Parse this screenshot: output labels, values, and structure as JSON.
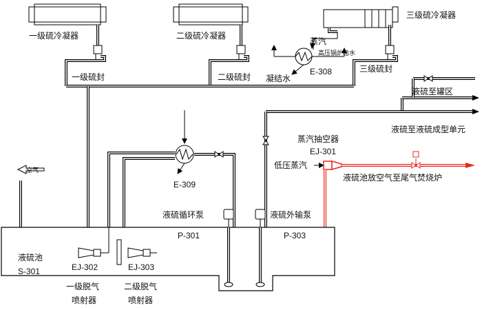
{
  "labels": {
    "cond1": "一级硫冷凝器",
    "cond2": "二级硫冷凝器",
    "cond3": "三级硫冷凝器",
    "steam": "蒸汽",
    "hp_feed": "高压锅炉给水",
    "e308": "E-308",
    "condensate": "凝结水",
    "seal1": "一级硫封",
    "seal2": "二级硫封",
    "seal3": "三级硫封",
    "to_tank": "液硫至罐区",
    "to_forming": "液硫至液硫成型单元",
    "ejector_title": "蒸汽抽空器",
    "ej301": "EJ-301",
    "lp_steam": "低压蒸汽",
    "to_incinerator": "液硫池放空气至尾气焚烧炉",
    "air": "空气",
    "e309": "E-309",
    "circ_pump": "液硫循环泵",
    "p301": "P-301",
    "export_pump": "液硫外输泵",
    "p303": "P-303",
    "pit": "液硫池",
    "s301": "S-301",
    "ej302": "EJ-302",
    "ej303": "EJ-303",
    "degas1a": "一级脱气",
    "degas1b": "喷射器",
    "degas2a": "二级脱气",
    "degas2b": "喷射器"
  },
  "colors": {
    "line": "#000000",
    "vent_line": "#e8281e"
  }
}
